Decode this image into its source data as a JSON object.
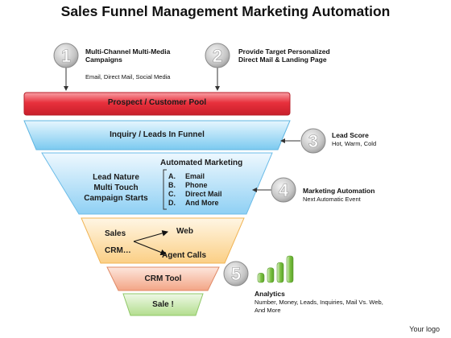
{
  "title": "Sales Funnel Management Marketing Automation",
  "steps": [
    {
      "number": "1",
      "title": "Multi-Channel Multi-Media Campaigns",
      "subtitle": "Email, Direct Mail, Social Media"
    },
    {
      "number": "2",
      "title": "Provide Target Personalized Direct Mail & Landing Page",
      "subtitle": ""
    },
    {
      "number": "3",
      "title": "Lead Score",
      "subtitle": "Hot, Warm, Cold"
    },
    {
      "number": "4",
      "title": "Marketing Automation",
      "subtitle": "Next Automatic Event"
    },
    {
      "number": "5",
      "title": "Analytics",
      "subtitle": "Number, Money, Leads, Inquiries, Mail Vs. Web, And More"
    }
  ],
  "funnel": {
    "pool": "Prospect / Customer Pool",
    "inquiry": "Inquiry / Leads In Funnel",
    "lead_nature": [
      "Lead Nature",
      "Multi Touch",
      "Campaign Starts"
    ],
    "automated_marketing": {
      "heading": "Automated Marketing",
      "items": [
        {
          "letter": "A.",
          "text": "Email"
        },
        {
          "letter": "B.",
          "text": "Phone"
        },
        {
          "letter": "C.",
          "text": "Direct Mail"
        },
        {
          "letter": "D.",
          "text": "And More"
        }
      ]
    },
    "sales": {
      "left_top": "Sales",
      "left_bottom": "CRM…",
      "right_top": "Web",
      "right_bottom": "Agent Calls"
    },
    "crm_tool": "CRM Tool",
    "sale": "Sale !"
  },
  "analytics_bars": [
    0.35,
    0.55,
    0.75,
    1.0
  ],
  "colors": {
    "pool_red": "#e8303c",
    "inquiry_blue": "#8fd2f2",
    "auto_blue": "#a8daf6",
    "sales_orange": "#fcd79a",
    "crm_salmon": "#f6b79c",
    "sale_green": "#c4e6a4",
    "circle_gray": "#c8c8c8",
    "bar_green": "#7cc242"
  },
  "logo": "Your logo"
}
